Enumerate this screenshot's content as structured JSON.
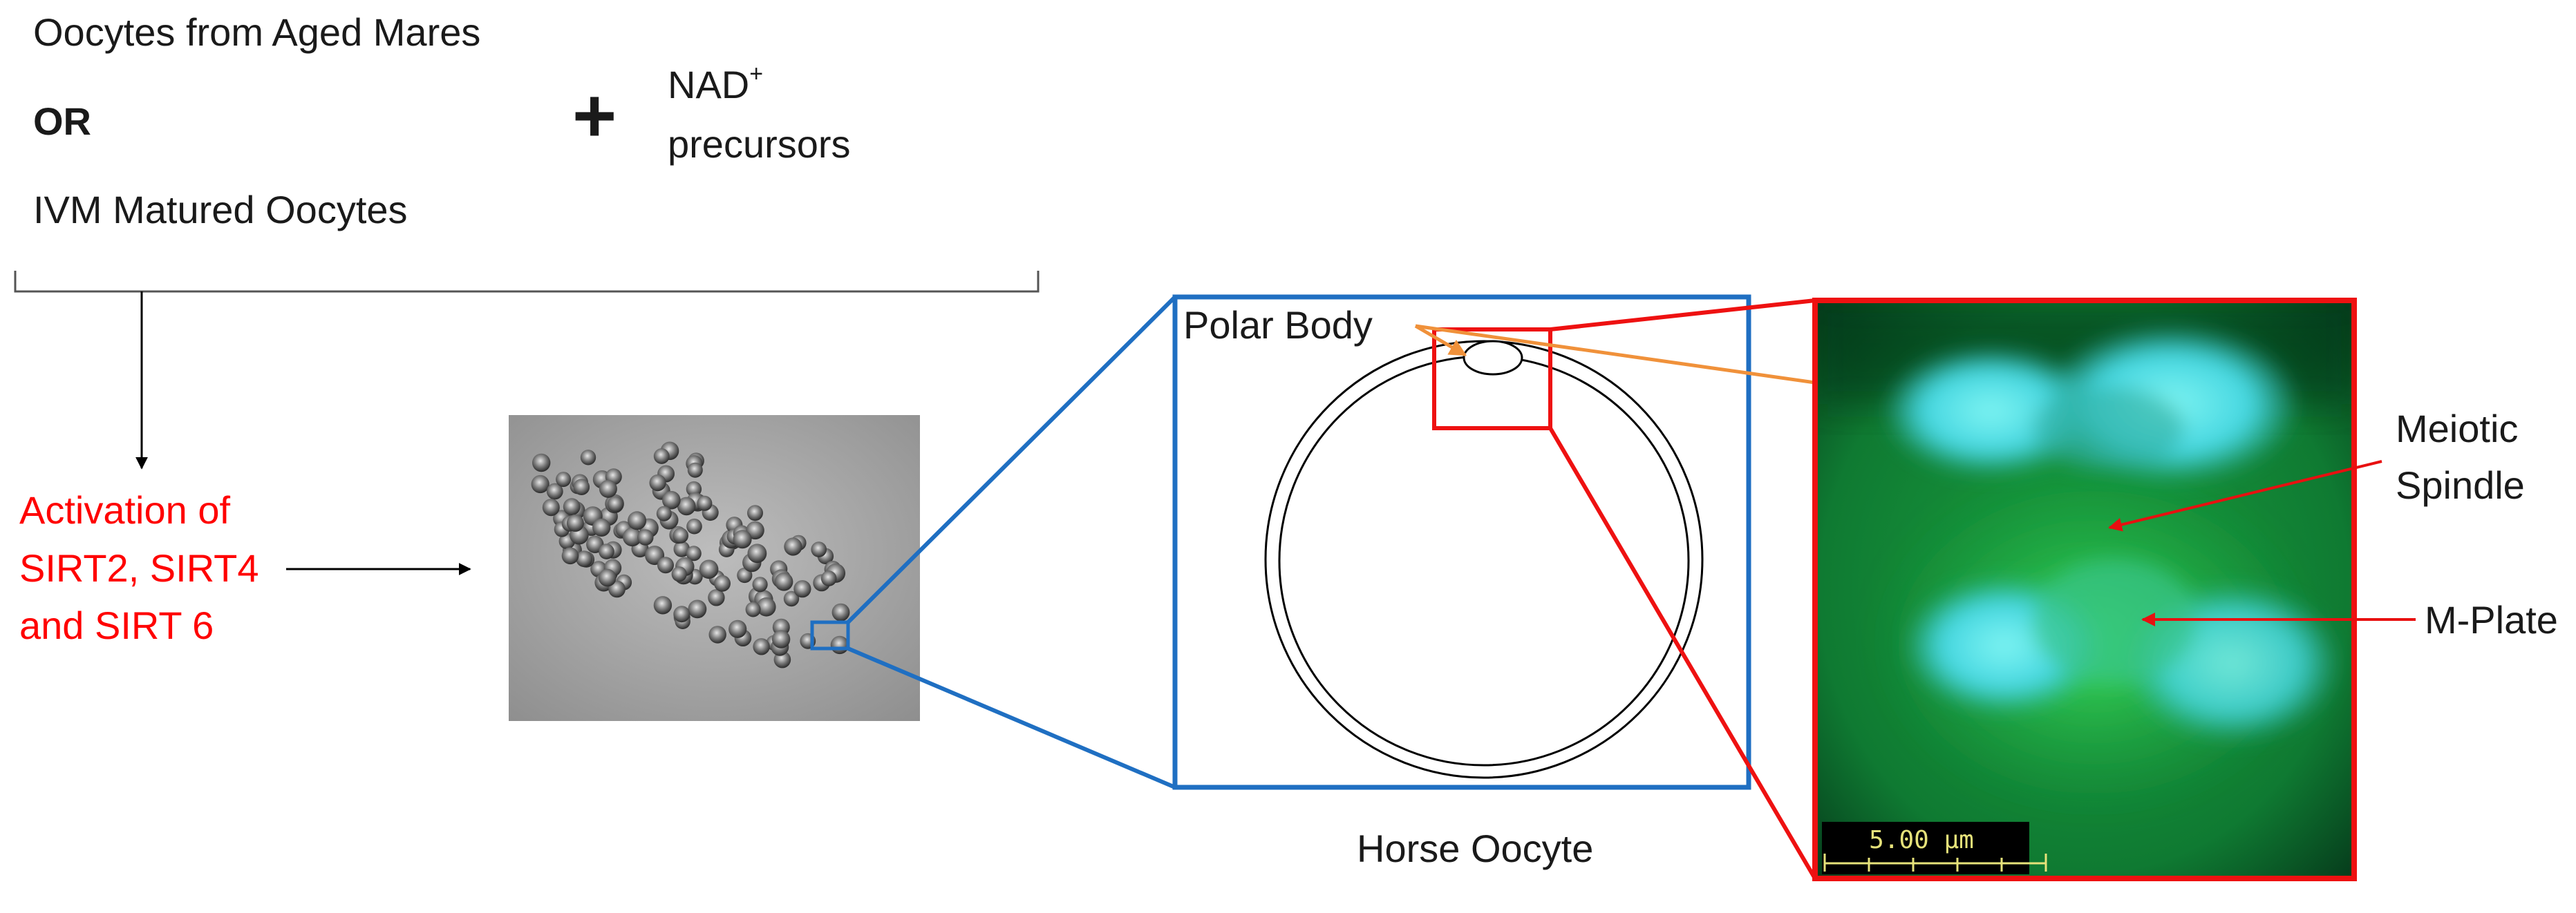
{
  "left_panel": {
    "option_1": "Oocytes from Aged Mares",
    "or_label": "OR",
    "option_2": "IVM Matured Oocytes",
    "plus_sign": "+",
    "nad_label": "NAD",
    "nad_superscript": "+",
    "precursors_label": "precursors"
  },
  "activation": {
    "line_1": "Activation of",
    "line_2": "SIRT2, SIRT4",
    "line_3": "and SIRT 6",
    "color": "#ff0000"
  },
  "schematic": {
    "polar_body_label": "Polar Body",
    "caption": "Horse Oocyte"
  },
  "micrograph": {
    "scale_bar_label": "5.00 µm",
    "meiotic_label_1": "Meiotic",
    "meiotic_label_2": "Spindle",
    "mplate_label": "M-Plate"
  },
  "colors": {
    "blue_frame": "#1f6fc2",
    "red_frame": "#ee1111",
    "orange_arrow": "#f0913a",
    "red_arrow": "#e81010",
    "micrograph_bg": "#0a5a2a",
    "chromatin": "#4fe0e6"
  }
}
